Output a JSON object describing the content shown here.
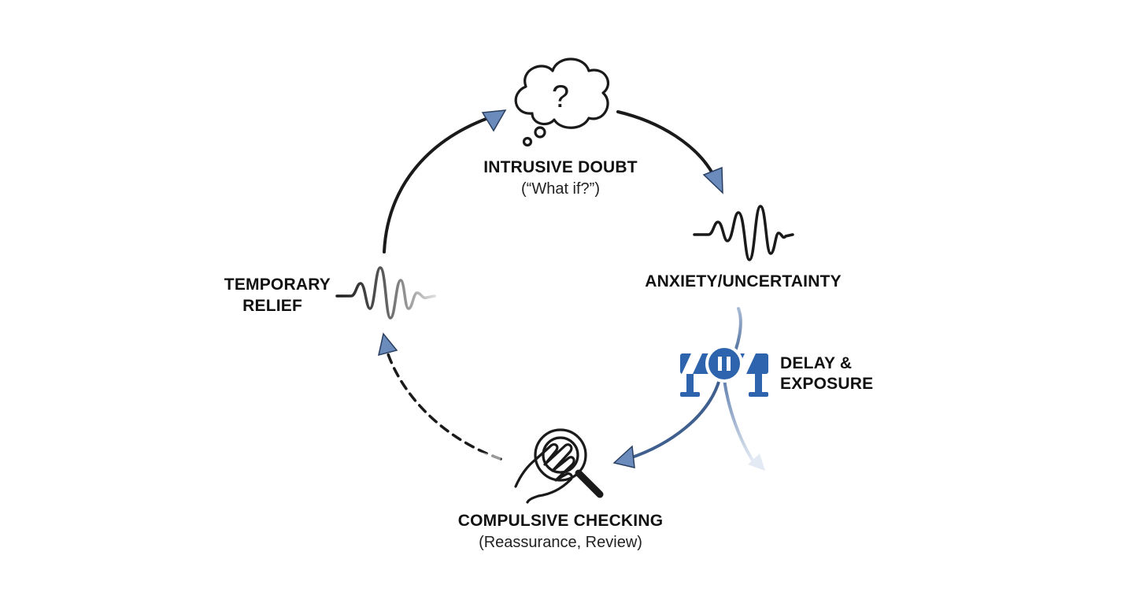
{
  "nodes": {
    "intrusive_doubt": {
      "title": "INTRUSIVE DOUBT",
      "subtitle": "(“What if?”)",
      "icon": "thought-cloud-question-icon"
    },
    "anxiety": {
      "title": "ANXIETY/UNCERTAINTY",
      "icon": "waveform-icon"
    },
    "compulsive_checking": {
      "title": "COMPULSIVE CHECKING",
      "subtitle": "(Reassurance, Review)",
      "icon": "hand-magnifier-icon"
    },
    "temporary_relief": {
      "title_line1": "TEMPORARY",
      "title_line2": "RELIEF",
      "icon": "fading-waveform-icon"
    },
    "intervention": {
      "title_line1": "DELAY &",
      "title_line2": "EXPOSURE",
      "icon": "barrier-pause-icon"
    }
  },
  "colors": {
    "ink": "#1a1a1a",
    "accent": "#2f5e9e",
    "arrowhead": "#6b8bbd",
    "barrier_fill": "#2d64ad"
  }
}
